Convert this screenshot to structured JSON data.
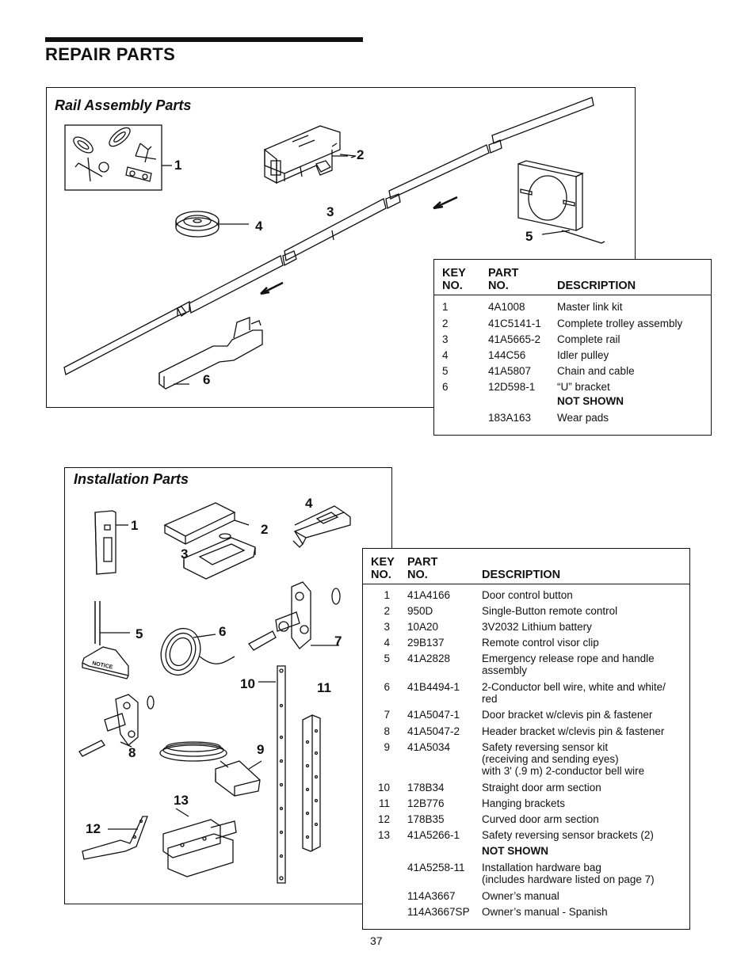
{
  "page": {
    "title": "REPAIR PARTS",
    "page_number": "37"
  },
  "rail": {
    "title": "Rail Assembly Parts",
    "callouts": [
      "1",
      "2",
      "3",
      "4",
      "5",
      "6"
    ],
    "table": {
      "headers": {
        "key": "KEY\nNO.",
        "part": "PART\nNO.",
        "desc": "DESCRIPTION"
      },
      "rows": [
        {
          "key": "1",
          "part": "4A1008",
          "desc": "Master link kit"
        },
        {
          "key": "2",
          "part": "41C5141-1",
          "desc": "Complete trolley assembly"
        },
        {
          "key": "3",
          "part": "41A5665-2",
          "desc": "Complete rail"
        },
        {
          "key": "4",
          "part": "144C56",
          "desc": "Idler pulley"
        },
        {
          "key": "5",
          "part": "41A5807",
          "desc": "Chain and cable"
        },
        {
          "key": "6",
          "part": "12D598-1",
          "desc": "“U” bracket"
        },
        {
          "key": "",
          "part": "",
          "desc": "NOT SHOWN"
        },
        {
          "key": "",
          "part": "183A163",
          "desc": "Wear pads"
        }
      ]
    }
  },
  "install": {
    "title": "Installation Parts",
    "callouts": [
      "1",
      "2",
      "3",
      "4",
      "5",
      "6",
      "7",
      "8",
      "9",
      "10",
      "11",
      "12",
      "13"
    ],
    "notice_label": "NOTICE",
    "table": {
      "headers": {
        "key": "KEY\nNO.",
        "part": "PART\nNO.",
        "desc": "DESCRIPTION"
      },
      "rows": [
        {
          "key": "1",
          "part": "41A4166",
          "desc": "Door control button"
        },
        {
          "key": "2",
          "part": "950D",
          "desc": "Single-Button remote control"
        },
        {
          "key": "3",
          "part": "10A20",
          "desc": "3V2032 Lithium battery"
        },
        {
          "key": "4",
          "part": "29B137",
          "desc": "Remote control visor clip"
        },
        {
          "key": "5",
          "part": "41A2828",
          "desc": "Emergency release rope and handle\nassembly"
        },
        {
          "key": "6",
          "part": "41B4494-1",
          "desc": "2-Conductor bell wire, white and white/\nred"
        },
        {
          "key": "7",
          "part": "41A5047-1",
          "desc": "Door bracket w/clevis pin & fastener"
        },
        {
          "key": "8",
          "part": "41A5047-2",
          "desc": "Header bracket w/clevis pin & fastener"
        },
        {
          "key": "9",
          "part": "41A5034",
          "desc": "Safety reversing sensor kit\n(receiving and sending eyes)\nwith 3' (.9 m) 2-conductor bell wire"
        },
        {
          "key": "10",
          "part": "178B34",
          "desc": "Straight door arm section"
        },
        {
          "key": "11",
          "part": "12B776",
          "desc": "Hanging brackets"
        },
        {
          "key": "12",
          "part": "178B35",
          "desc": "Curved door arm section"
        },
        {
          "key": "13",
          "part": "41A5266-1",
          "desc": "Safety reversing sensor brackets (2)"
        },
        {
          "key": "",
          "part": "",
          "desc": "NOT SHOWN"
        },
        {
          "key": "",
          "part": "41A5258-11",
          "desc": "Installation hardware bag\n(includes hardware listed on page 7)"
        },
        {
          "key": "",
          "part": "114A3667",
          "desc": "Owner’s manual"
        },
        {
          "key": "",
          "part": "114A3667SP",
          "desc": "Owner’s manual - Spanish"
        }
      ]
    }
  }
}
